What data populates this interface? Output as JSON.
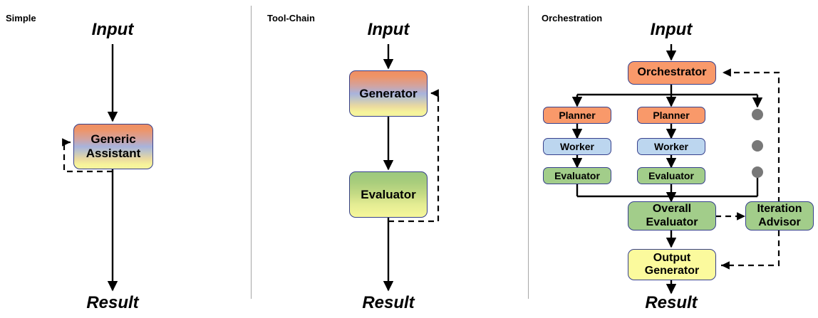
{
  "figure": {
    "background": "#ffffff",
    "divider_color": "#a6a6a6",
    "node_border_color": "#36408c",
    "arrow_color": "#000000",
    "dot_color": "#787878"
  },
  "panels": [
    {
      "title": "Simple",
      "input_label": "Input",
      "result_label": "Result",
      "nodes": [
        {
          "id": "generic-assistant",
          "label_line1": "Generic",
          "label_line2": "Assistant",
          "fill": "gradient-orange-blue-yellow"
        }
      ],
      "feedback_loop": "dashed self-loop from output back into Generic Assistant"
    },
    {
      "title": "Tool-Chain",
      "input_label": "Input",
      "result_label": "Result",
      "nodes": [
        {
          "id": "generator",
          "label_line1": "Generator",
          "label_line2": "",
          "fill": "gradient-orange-blue-yellow"
        },
        {
          "id": "evaluator",
          "label_line1": "Evaluator",
          "label_line2": "",
          "fill": "gradient-green-yellow"
        }
      ],
      "feedback_loop": "dashed loop from Evaluator output back into Generator right edge"
    },
    {
      "title": "Orchestration",
      "input_label": "Input",
      "result_label": "Result",
      "nodes": [
        {
          "id": "orchestrator",
          "label_line1": "Orchestrator",
          "label_line2": "",
          "fill": "#f9996a"
        },
        {
          "id": "planner-1",
          "label_line1": "Planner",
          "label_line2": "",
          "fill": "#f9996a"
        },
        {
          "id": "worker-1",
          "label_line1": "Worker",
          "label_line2": "",
          "fill": "#bcd6ef"
        },
        {
          "id": "evaluator-1",
          "label_line1": "Evaluator",
          "label_line2": "",
          "fill": "#a2cd8a"
        },
        {
          "id": "planner-2",
          "label_line1": "Planner",
          "label_line2": "",
          "fill": "#f9996a"
        },
        {
          "id": "worker-2",
          "label_line1": "Worker",
          "label_line2": "",
          "fill": "#bcd6ef"
        },
        {
          "id": "evaluator-2",
          "label_line1": "Evaluator",
          "label_line2": "",
          "fill": "#a2cd8a"
        },
        {
          "id": "overall-evaluator",
          "label_line1": "Overall",
          "label_line2": "Evaluator",
          "fill": "#a2cd8a"
        },
        {
          "id": "iteration-advisor",
          "label_line1": "Iteration",
          "label_line2": "Advisor",
          "fill": "#a2cd8a"
        },
        {
          "id": "output-generator",
          "label_line1": "Output",
          "label_line2": "Generator",
          "fill": "#fbfa9d"
        }
      ],
      "ellipsis_dots": 3,
      "feedback_loop": "dashed path from Iteration Advisor up to Orchestrator and across into Output Generator"
    }
  ],
  "labels": {
    "panel1_title": "Simple",
    "panel2_title": "Tool-Chain",
    "panel3_title": "Orchestration",
    "input": "Input",
    "result": "Result",
    "generic_assistant_l1": "Generic",
    "generic_assistant_l2": "Assistant",
    "generator": "Generator",
    "evaluator": "Evaluator",
    "orchestrator": "Orchestrator",
    "planner": "Planner",
    "worker": "Worker",
    "overall_l1": "Overall",
    "overall_l2": "Evaluator",
    "advisor_l1": "Iteration",
    "advisor_l2": "Advisor",
    "outgen_l1": "Output",
    "outgen_l2": "Generator"
  }
}
